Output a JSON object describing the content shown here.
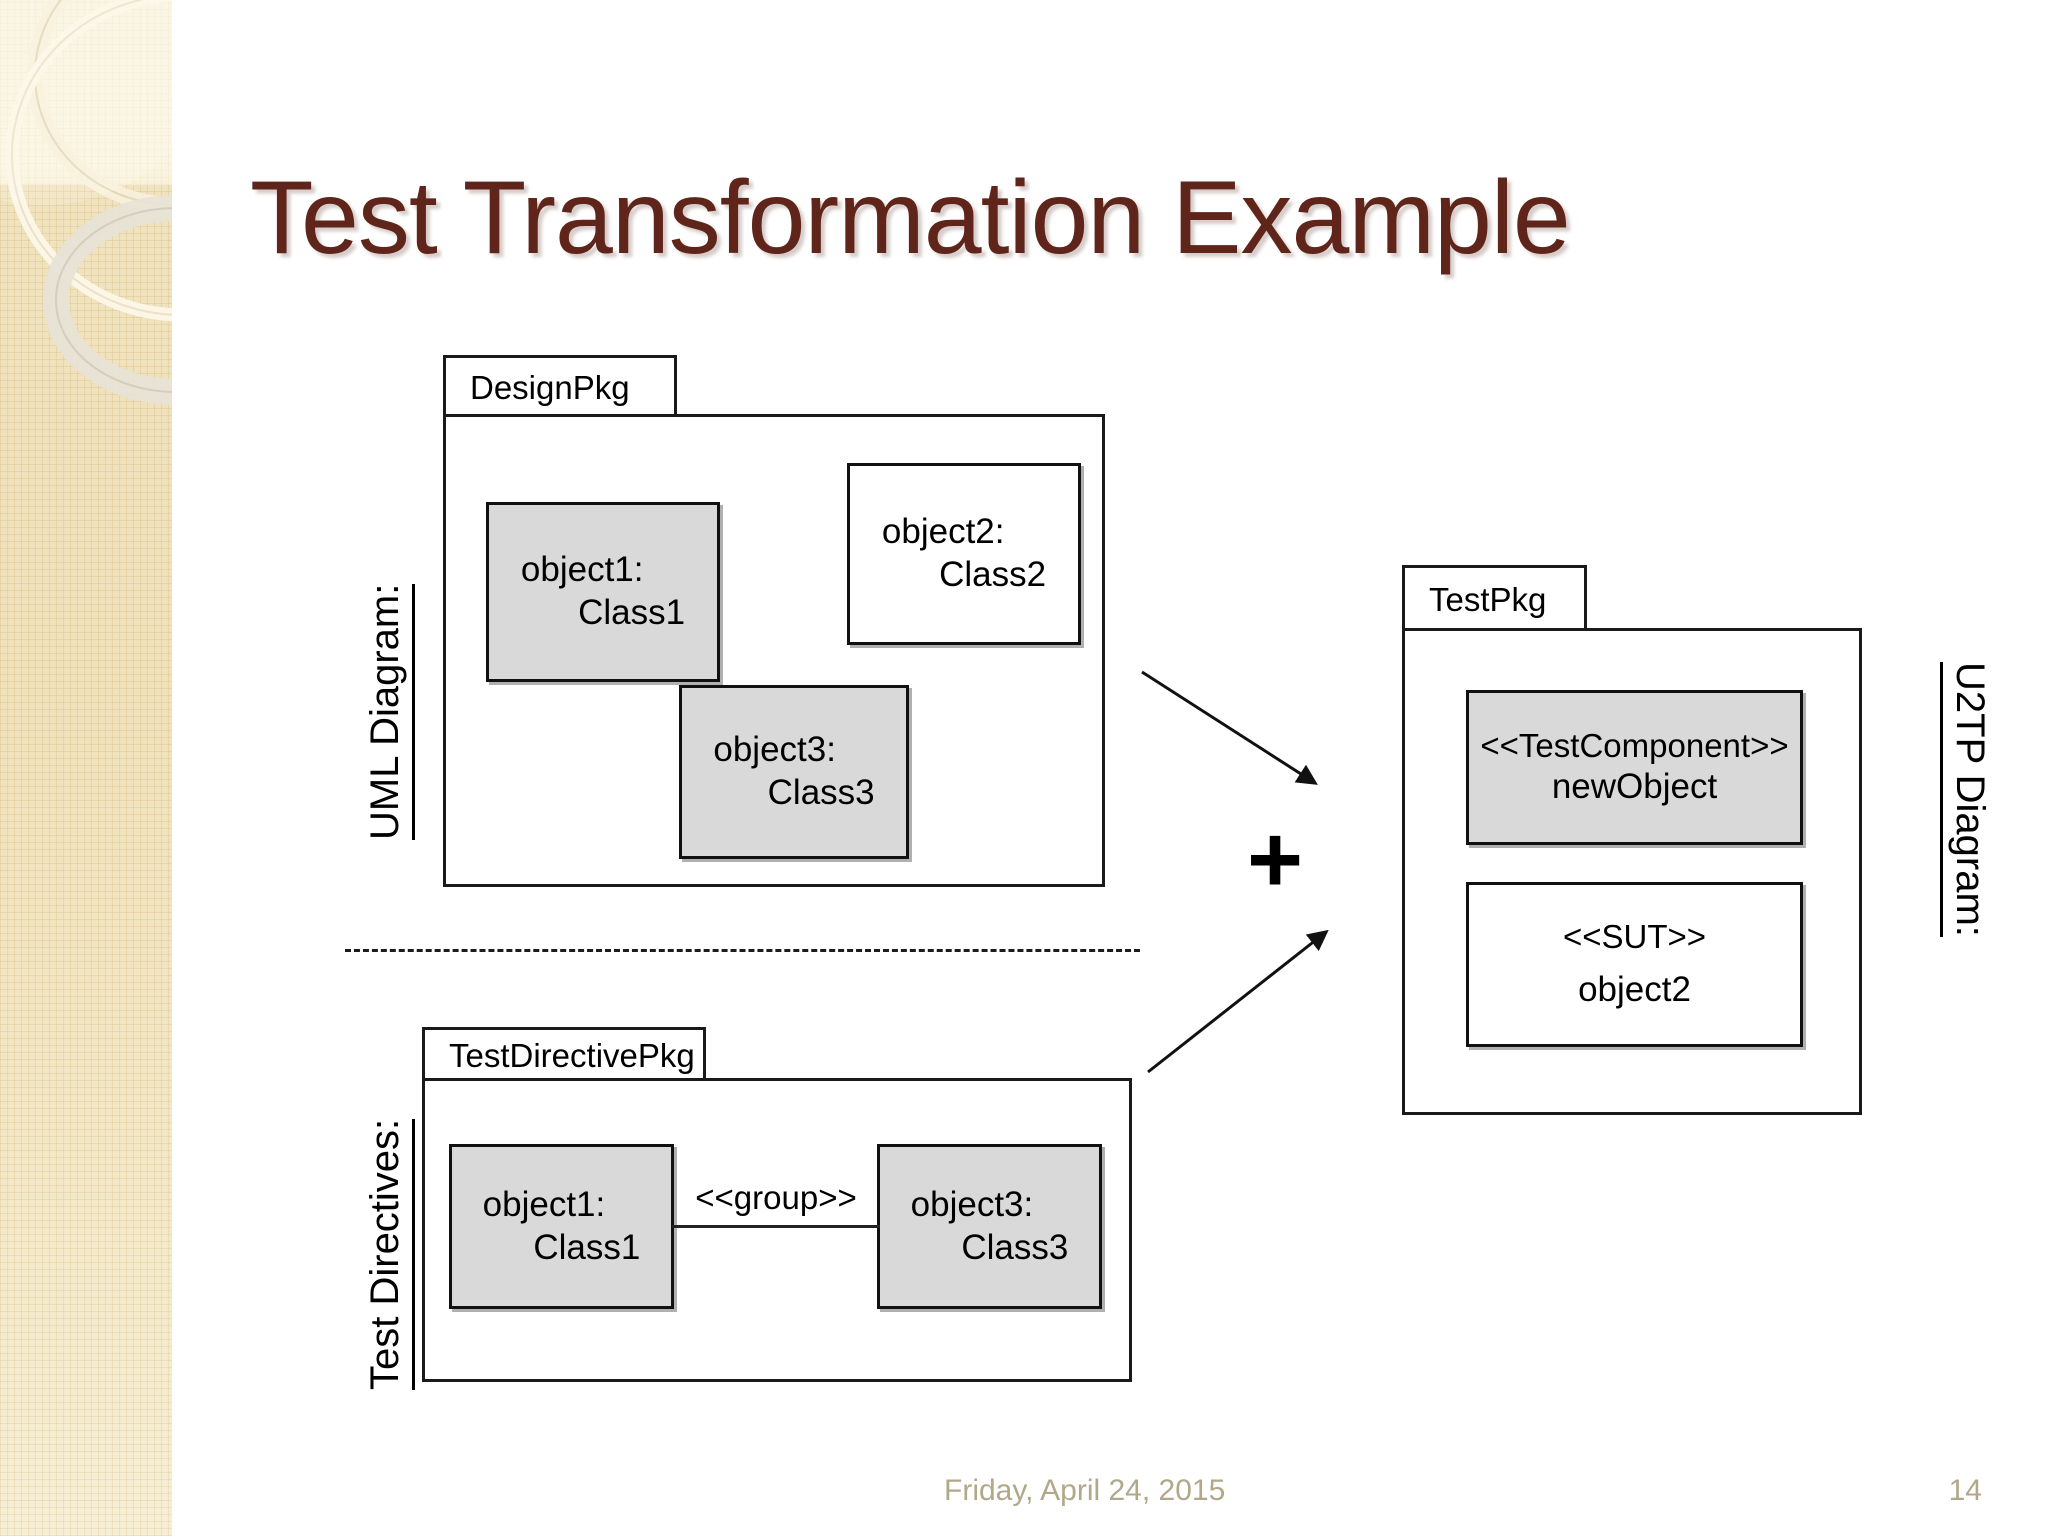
{
  "slide": {
    "title": "Test Transformation Example",
    "title_color": "#60251A",
    "footer_date": "Friday, April 24, 2015",
    "page_number": "14",
    "footer_color": "#b0a889",
    "background": "#ffffff",
    "sidebar_color": "#f0e3c0"
  },
  "captions": {
    "uml_diagram": "UML Diagram:",
    "test_directives": "Test Directives:",
    "u2tp_diagram": "U2TP Diagram:"
  },
  "diagram": {
    "type": "uml-package-diagram",
    "operator": "+",
    "packages": [
      {
        "id": "design-pkg",
        "name": "DesignPkg",
        "objects": [
          {
            "id": "object1-class1",
            "line1": "object1:",
            "line2": "Class1",
            "fill": "#d9d9d9"
          },
          {
            "id": "object2-class2",
            "line1": "object2:",
            "line2": "Class2",
            "fill": "#ffffff"
          },
          {
            "id": "object3-class3",
            "line1": "object3:",
            "line2": "Class3",
            "fill": "#d9d9d9"
          }
        ]
      },
      {
        "id": "test-directive-pkg",
        "name": "TestDirectivePkg",
        "objects": [
          {
            "id": "td-object1-class1",
            "line1": "object1:",
            "line2": "Class1",
            "fill": "#d9d9d9"
          },
          {
            "id": "td-object3-class3",
            "line1": "object3:",
            "line2": "Class3",
            "fill": "#d9d9d9"
          }
        ],
        "association": {
          "stereotype": "<<group>>",
          "from": "td-object1-class1",
          "to": "td-object3-class3"
        }
      },
      {
        "id": "test-pkg",
        "name": "TestPkg",
        "objects": [
          {
            "id": "new-object",
            "line1": "<<TestComponent>>",
            "line2": "newObject",
            "fill": "#d9d9d9"
          },
          {
            "id": "sut-object2",
            "line1": "<<SUT>>",
            "line2": "object2",
            "fill": "#ffffff"
          }
        ]
      }
    ],
    "arrows": [
      {
        "id": "arrow-design-to-test",
        "from": "design-pkg",
        "to": "test-pkg"
      },
      {
        "id": "arrow-directives-to-test",
        "from": "test-directive-pkg",
        "to": "test-pkg"
      }
    ]
  }
}
